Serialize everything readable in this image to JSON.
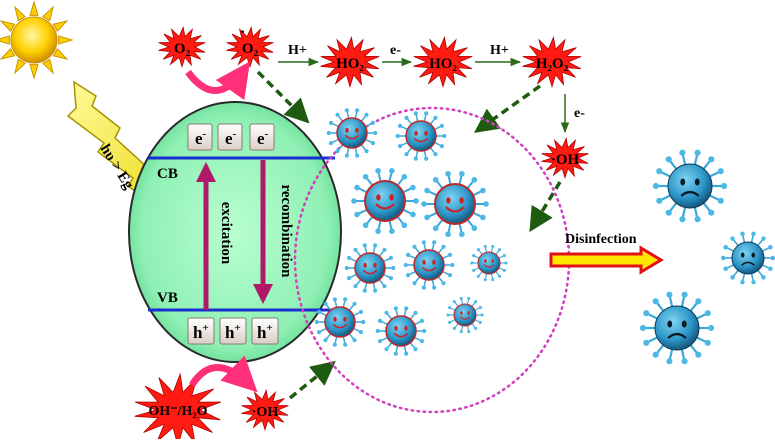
{
  "light": {
    "label": "hυ > Eg"
  },
  "bands": {
    "cb": "CB",
    "vb": "VB",
    "excitation": "excitation",
    "recombination": "recombination"
  },
  "carriers": {
    "electron": "e",
    "electron_sup": "-",
    "hole": "h",
    "hole_sup": "+"
  },
  "species": {
    "o2": "O₂",
    "o2_radical": "O₂",
    "ho2_radical": "HO₂",
    "ho2_anion": "HO₂",
    "h2o2": "H₂O₂",
    "oh_radical": "·OH",
    "oh_source": "OH⁻/H₂O",
    "oh_radical_bottom": "·OH"
  },
  "steps": {
    "h_plus_1": "H+",
    "e_minus_1": "e-",
    "h_plus_2": "H+",
    "e_minus_2": "e-"
  },
  "outcome": {
    "label": "Disinfection"
  },
  "colors": {
    "sun": "#ffd000",
    "lightning": "#f2e800",
    "catalyst": "#8ff0b4",
    "band_line": "#1a2fd0",
    "band_arrow": "#b0186a",
    "starburst": "#ff1a12",
    "virus": "#2d96c8",
    "curved_arrow": "#ff2f7a",
    "dash_arrow": "#1e5a10",
    "membrane": "#d040c0"
  }
}
